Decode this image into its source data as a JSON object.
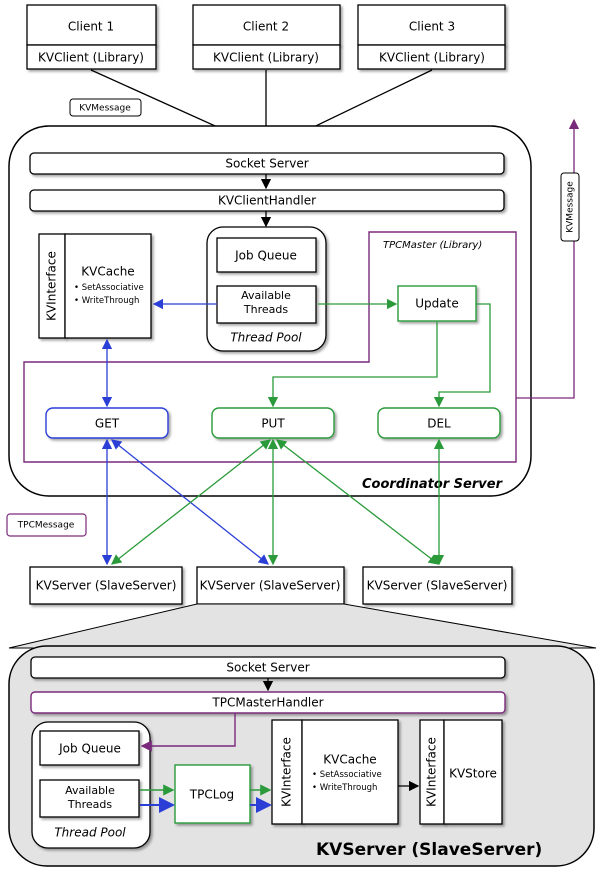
{
  "clients": [
    {
      "name": "Client 1",
      "library": "KVClient (Library)"
    },
    {
      "name": "Client 2",
      "library": "KVClient (Library)"
    },
    {
      "name": "Client 3",
      "library": "KVClient (Library)"
    }
  ],
  "kvmessage_label": "KVMessage",
  "kvmessage_side_label": "KVMessage",
  "coordinator": {
    "title": "Coordinator Server",
    "socket_server": "Socket Server",
    "client_handler": "KVClientHandler",
    "kvinterface": "KVInterface",
    "kvcache": "KVCache",
    "kvcache_bullets": [
      "SetAssociative",
      "WriteThrough"
    ],
    "job_queue": "Job Queue",
    "available_threads": "Available Threads",
    "thread_pool": "Thread Pool",
    "tpcmaster": "TPCMaster (Library)",
    "update": "Update",
    "get": "GET",
    "put": "PUT",
    "del": "DEL"
  },
  "tpcmessage_label": "TPCMessage",
  "slaves": [
    "KVServer (SlaveServer)",
    "KVServer (SlaveServer)",
    "KVServer (SlaveServer)"
  ],
  "slave_detail": {
    "title": "KVServer (SlaveServer)",
    "socket_server": "Socket Server",
    "master_handler": "TPCMasterHandler",
    "job_queue": "Job Queue",
    "available_threads": "Available Threads",
    "thread_pool": "Thread Pool",
    "tpclog": "TPCLog",
    "kvinterface": "KVInterface",
    "kvcache": "KVCache",
    "kvcache_bullets": [
      "SetAssociative",
      "WriteThrough"
    ],
    "kvinterface2": "KVInterface",
    "kvstore": "KVStore"
  },
  "colors": {
    "blue": "#2b3fd6",
    "green": "#2a9a3a",
    "purple": "#7a2a7a",
    "grey_panel": "#e3e3e3"
  }
}
